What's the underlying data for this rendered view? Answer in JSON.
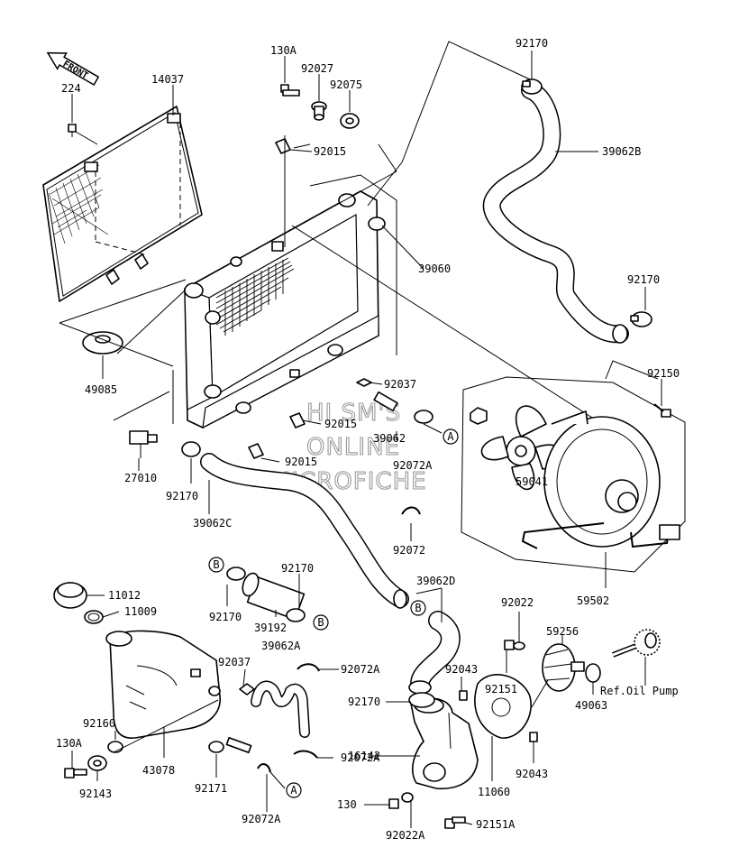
{
  "front_marker": "FRONT",
  "watermark": {
    "line1": "HI SM'S",
    "line2": "ONLINE",
    "line3": "MICROFICHE"
  },
  "callouts": {
    "A": "A",
    "B": "B"
  },
  "part_labels": {
    "p14037": "14037",
    "p224": "224",
    "p130a_top": "130A",
    "p92027": "92027",
    "p92075": "92075",
    "p92015_a": "92015",
    "p92170_a": "92170",
    "p39062b": "39062B",
    "p39060": "39060",
    "p49085": "49085",
    "p92170_b": "92170",
    "p92037_a": "92037",
    "p92015_b": "92015",
    "p39062": "39062",
    "p92150": "92150",
    "p27010": "27010",
    "p92015_c": "92015",
    "p92072a_a": "92072A",
    "p59041": "59041",
    "p92170_c": "92170",
    "p39062c": "39062C",
    "p92072": "92072",
    "p39062d": "39062D",
    "p92170_d": "92170",
    "p11012": "11012",
    "p11009": "11009",
    "p92170_e": "92170",
    "p39192": "39192",
    "p59502": "59502",
    "p92022": "92022",
    "p59256": "59256",
    "p39062a": "39062A",
    "p92072a_b": "92072A",
    "p92037_b": "92037",
    "p92043_a": "92043",
    "p92151": "92151",
    "p49063": "49063",
    "p_oilpump": "Ref.Oil Pump",
    "p92170_f": "92170",
    "p92160": "92160",
    "p16142": "16142",
    "p130a_bot": "130A",
    "p43078": "43078",
    "p92072a_c": "92072A",
    "p92043_b": "92043",
    "p92143": "92143",
    "p92171": "92171",
    "p11060": "11060",
    "p130": "130",
    "p92072a_d": "92072A",
    "p92022a": "92022A",
    "p92151a": "92151A"
  }
}
